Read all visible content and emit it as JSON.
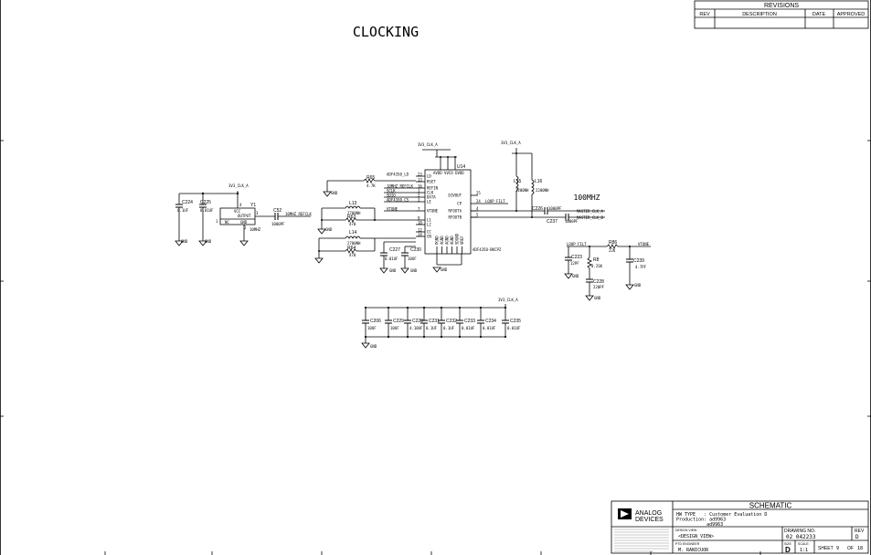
{
  "title": "CLOCKING",
  "revisions": {
    "header": "REVISIONS",
    "columns": [
      "REV",
      "DESCRIPTION",
      "DATE",
      "APPROVED"
    ]
  },
  "note_100mhz": "100MHZ",
  "power_nets": {
    "osc": "3V3_CLK_A",
    "pll": "3V3_CLK_A",
    "ind": "3V3_CLK_A",
    "decap": "3V3_CLK_A"
  },
  "osc_section": {
    "c224": {
      "ref": "C224",
      "val": "0.1UF"
    },
    "c225": {
      "ref": "C225",
      "val": "0.01UF"
    },
    "y1": {
      "ref": "Y1",
      "vcc": "VCC",
      "output": "OUTPUT",
      "nc": "NC",
      "gnd": "GND",
      "freq": "10MHZ",
      "pin1": "1",
      "pin2": "2",
      "pin3": "3",
      "pin4": "4"
    },
    "c52": {
      "ref": "C52",
      "val": "1000PF"
    },
    "ref_net": "10MHZ_REFCLK",
    "gnd": "GND"
  },
  "pll": {
    "ref": "U14",
    "part": "ADF4350-BKCPZ",
    "top_pins": "AVDD VVCO DVDD",
    "left_pins": [
      {
        "num": "23",
        "name": "LD",
        "net": "ADF4350_LD"
      },
      {
        "num": "13",
        "name": "RSET",
        "net": ""
      },
      {
        "num": "16",
        "name": "REFIN",
        "net": "10MHZ_REFCLK"
      },
      {
        "num": "1",
        "name": "CLK",
        "net": "SCLK"
      },
      {
        "num": "2",
        "name": "DATA",
        "net": "SDIO"
      },
      {
        "num": "3",
        "name": "LE",
        "net": "ADF4350_CS"
      },
      {
        "num": "7",
        "name": "VTUNE",
        "net": "VTUNE"
      },
      {
        "num": "9",
        "name": "L1",
        "net": ""
      },
      {
        "num": "10",
        "name": "L2",
        "net": ""
      },
      {
        "num": "12",
        "name": "CC",
        "net": ""
      },
      {
        "num": "14",
        "name": "CN",
        "net": ""
      }
    ],
    "right_pins": [
      {
        "num": "25",
        "name": "DIVOUT",
        "net": ""
      },
      {
        "num": "24",
        "name": "CP",
        "net": "LOOP_FILT"
      },
      {
        "num": "4",
        "name": "RFOUTA",
        "net": ""
      },
      {
        "num": "5",
        "name": "RFOUTB",
        "net": ""
      }
    ],
    "bottom_pins": [
      "PGND",
      "AGND",
      "AGND",
      "AGND",
      "SDGND",
      "VREF"
    ],
    "r65": {
      "ref": "R65",
      "val": "4.7K"
    },
    "r63": {
      "ref": "R63",
      "val": "470"
    },
    "r64": {
      "ref": "R64",
      "val": "470"
    },
    "l13": {
      "ref": "L13",
      "val": "2700NH"
    },
    "l14": {
      "ref": "L14",
      "val": "2700NH"
    },
    "c227": {
      "ref": "C227",
      "val": "0.01UF"
    },
    "c230": {
      "ref": "C230",
      "val": "10UF"
    },
    "gnd": "GND"
  },
  "rf_out": {
    "l15": {
      "ref": "L15",
      "val": "2200NH"
    },
    "l16": {
      "ref": "L16",
      "val": "2200NH"
    },
    "c226": {
      "ref": "C226",
      "val": "C226"
    },
    "c226_val": "1000PF",
    "c237": {
      "ref": "C237",
      "val": "1000PF"
    },
    "net_a": "MASTER_CLK_A",
    "net_b": "MASTER_CLK_B"
  },
  "loop_filter": {
    "net_in": "LOOP_FILT",
    "net_out": "VTUNE",
    "r86": {
      "ref": "R86",
      "val": "22K"
    },
    "r8": {
      "ref": "R8",
      "val": "8.2SK"
    },
    "c223": {
      "ref": "C223",
      "val": "12PF"
    },
    "c228": {
      "ref": "C228",
      "val": "220PF"
    },
    "c239": {
      "ref": "C239",
      "val": "4.7PF"
    },
    "gnd": "GND"
  },
  "decaps": [
    {
      "ref": "C206",
      "val": "10UF"
    },
    {
      "ref": "C229",
      "val": "10UF"
    },
    {
      "ref": "C220",
      "val": "4.10UF"
    },
    {
      "ref": "C231",
      "val": "0.1UF"
    },
    {
      "ref": "C232",
      "val": "0.1UF"
    },
    {
      "ref": "C233",
      "val": "0.01UF"
    },
    {
      "ref": "C234",
      "val": "0.01UF"
    },
    {
      "ref": "C235",
      "val": "0.01UF"
    }
  ],
  "decap_gnd": "GND",
  "title_block": {
    "logo_line1": "ANALOG",
    "logo_line2": "DEVICES",
    "heading": "SCHEMATIC",
    "line1": "HW TYPE   : Customer Evaluation D",
    "line2": "Production: ad9963",
    "line3": "           ad9963",
    "design_view_label": "DESIGN VIEW",
    "design_view": "<DESIGN_VIEW>",
    "drawing_no_label": "DRAWING NO.",
    "drawing_no": "02 042233",
    "rev_label": "REV",
    "rev": "D",
    "engineer_label": "PTD ENGINEER",
    "engineer": "M. RANICUOR",
    "size_label": "SIZE",
    "size": "D",
    "scale_label": "SCALE:",
    "scale": "1:1",
    "sheet_label": "SHEET",
    "sheet": "9",
    "of_label": "OF",
    "total": "18"
  }
}
